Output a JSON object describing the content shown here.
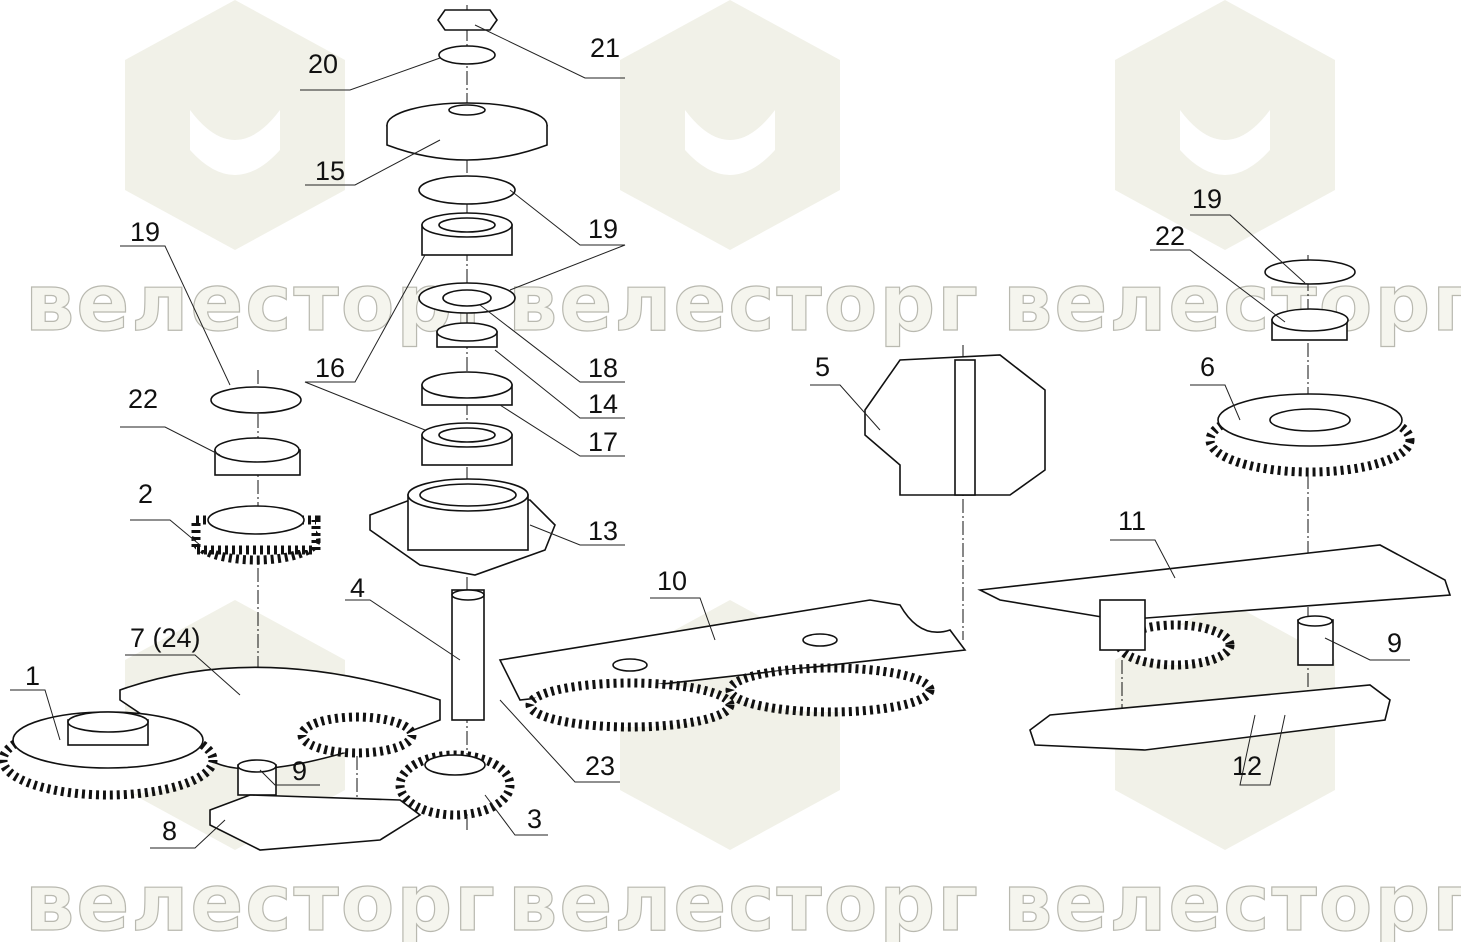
{
  "watermark": "велесторг",
  "callouts": {
    "c1": "1",
    "c2": "2",
    "c3": "3",
    "c4": "4",
    "c5": "5",
    "c6": "6",
    "c7": "7 (24)",
    "c8": "8",
    "c9a": "9",
    "c9b": "9",
    "c10": "10",
    "c11": "11",
    "c12": "12",
    "c13": "13",
    "c14": "14",
    "c15": "15",
    "c16": "16",
    "c17": "17",
    "c18": "18",
    "c19a": "19",
    "c19b": "19",
    "c19c": "19",
    "c20": "20",
    "c21": "21",
    "c22a": "22",
    "c22b": "22",
    "c23": "23"
  }
}
